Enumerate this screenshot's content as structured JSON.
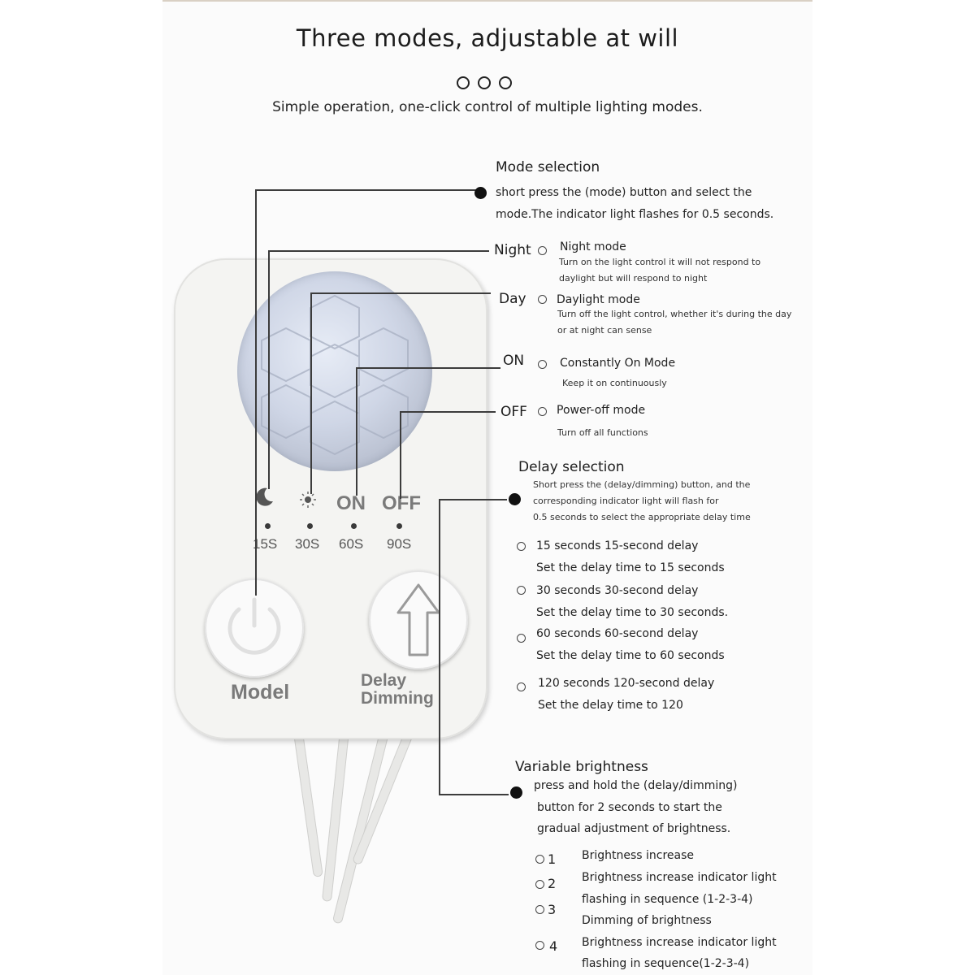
{
  "header": {
    "title": "Three modes, adjustable at will",
    "subtitle": "Simple operation, one-click control of multiple lighting modes."
  },
  "mode_selection": {
    "heading": "Mode selection",
    "desc_line1": "short press the (mode) button and select the",
    "desc_line2": "mode.The indicator light flashes for 0.5 seconds.",
    "modes": [
      {
        "label": "Night",
        "title": "Night mode",
        "line1": "Turn on the light control  it will not respond to",
        "line2": "daylight but will respond to night"
      },
      {
        "label": "Day",
        "title": "Daylight mode",
        "line1": "Turn off the light control, whether it's during the day",
        "line2": " or at night can sense"
      },
      {
        "label": "ON",
        "title": "Constantly On Mode",
        "line1": "Keep it on continuously"
      },
      {
        "label": "OFF",
        "title": "Power-off mode",
        "line1": "Turn off all functions"
      }
    ]
  },
  "delay_selection": {
    "heading": "Delay selection",
    "desc_line1": "Short press the (delay/dimming) button, and the",
    "desc_line2": "corresponding indicator light will flash for",
    "desc_line3": "0.5 seconds to select the appropriate delay time",
    "options": [
      {
        "title": "15 seconds   15-second delay",
        "desc": "Set the delay time to 15 seconds"
      },
      {
        "title": "30 seconds   30-second delay",
        "desc": "Set the delay time to 30 seconds."
      },
      {
        "title": "60 seconds    60-second delay",
        "desc": "Set the delay time to 60 seconds"
      },
      {
        "title": "120 seconds   120-second delay",
        "desc": "Set the delay time to 120"
      }
    ]
  },
  "variable_brightness": {
    "heading": "Variable brightness",
    "desc_line1": "press and hold the (delay/dimming)",
    "desc_line2": "button for 2 seconds to start the",
    "desc_line3": "gradual adjustment of brightness.",
    "steps": [
      {
        "num": "1",
        "text": "Brightness increase"
      },
      {
        "num": "2",
        "text": "Brightness increase indicator light"
      },
      {
        "num": "3",
        "text": "flashing in sequence (1-2-3-4)"
      },
      {
        "num": "",
        "text": "Dimming of brightness"
      },
      {
        "num": "4",
        "text": "Brightness increase indicator light"
      },
      {
        "num": "",
        "text": "flashing in sequence(1-2-3-4)"
      }
    ]
  },
  "device": {
    "mode_labels": [
      "ON",
      "OFF"
    ],
    "delay_labels": [
      "15S",
      "30S",
      "60S",
      "90S"
    ],
    "model_button_label": "Model",
    "delay_button_label_1": "Delay",
    "delay_button_label_2": "Dimming",
    "icons": [
      "moon-icon",
      "sun-icon",
      "power-icon",
      "up-arrow-icon"
    ]
  }
}
